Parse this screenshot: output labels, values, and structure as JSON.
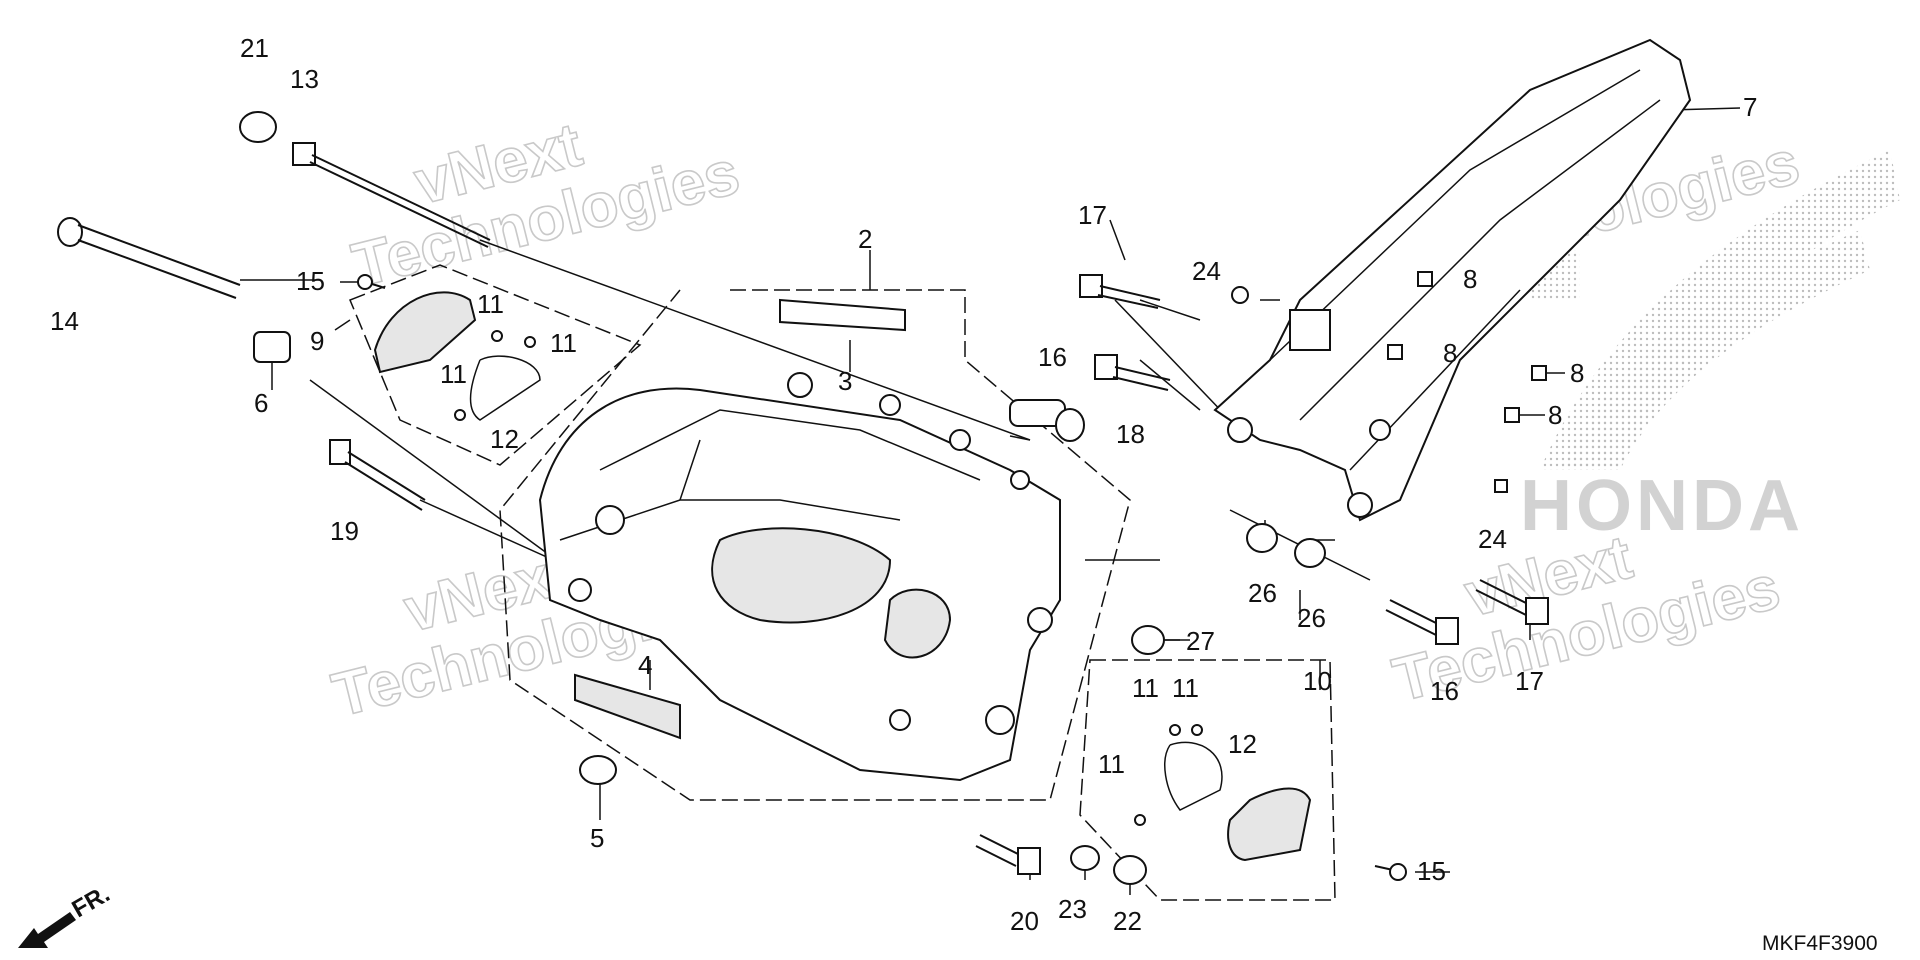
{
  "diagram": {
    "diagram_code": "MKF4F3900",
    "direction_label": "FR.",
    "brand_watermark": "HONDA",
    "watermark_line1": "vNext",
    "watermark_line2": "Technologies"
  },
  "callouts": {
    "c2": "2",
    "c3": "3",
    "c4": "4",
    "c5": "5",
    "c6": "6",
    "c7": "7",
    "c8a": "8",
    "c8b": "8",
    "c8c": "8",
    "c8d": "8",
    "c9": "9",
    "c10": "10",
    "c11a": "11",
    "c11b": "11",
    "c11c": "11",
    "c11d": "11",
    "c11e": "11",
    "c11f": "11",
    "c12a": "12",
    "c12b": "12",
    "c13": "13",
    "c14": "14",
    "c15a": "15",
    "c15b": "15",
    "c16a": "16",
    "c16b": "16",
    "c17a": "17",
    "c17b": "17",
    "c18": "18",
    "c19": "19",
    "c20": "20",
    "c21": "21",
    "c22": "22",
    "c23": "23",
    "c24a": "24",
    "c24b": "24",
    "c26a": "26",
    "c26b": "26",
    "c27": "27"
  }
}
